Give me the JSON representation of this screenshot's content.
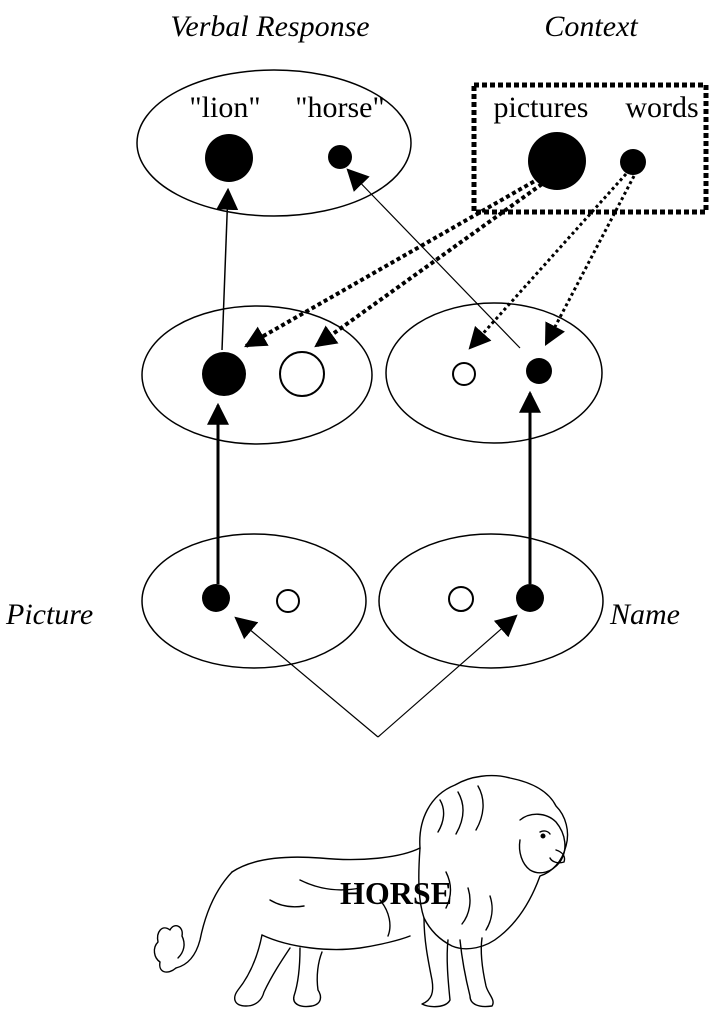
{
  "labels": {
    "verbal_response": "Verbal Response",
    "context": "Context",
    "lion": "\"lion\"",
    "horse": "\"horse\"",
    "pictures": "pictures",
    "words": "words",
    "picture": "Picture",
    "name": "Name",
    "stimulus_word": "HORSE"
  },
  "figure": {
    "stimulus_image": "lion-line-drawing",
    "connection_style": {
      "solid": "excitatory pathway",
      "dotted": "context modulation"
    },
    "colors": {
      "ink": "#000000",
      "background": "#ffffff"
    }
  }
}
